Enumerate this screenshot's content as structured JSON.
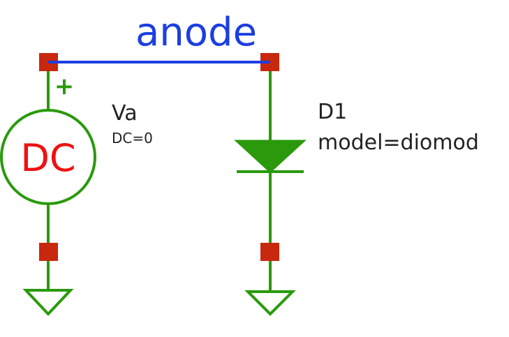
{
  "net": {
    "name": "anode"
  },
  "source": {
    "symbol_text": "DC",
    "name": "Va",
    "param": "DC=0",
    "polarity": "+"
  },
  "diode": {
    "name": "D1",
    "param": "model=diomod"
  },
  "colors": {
    "wire": "#2a9a0c",
    "net_wire": "#1c3fe0",
    "net_label": "#1c3fe0",
    "node": "#c8280e",
    "source_text": "#ee1111",
    "label": "#222222"
  }
}
